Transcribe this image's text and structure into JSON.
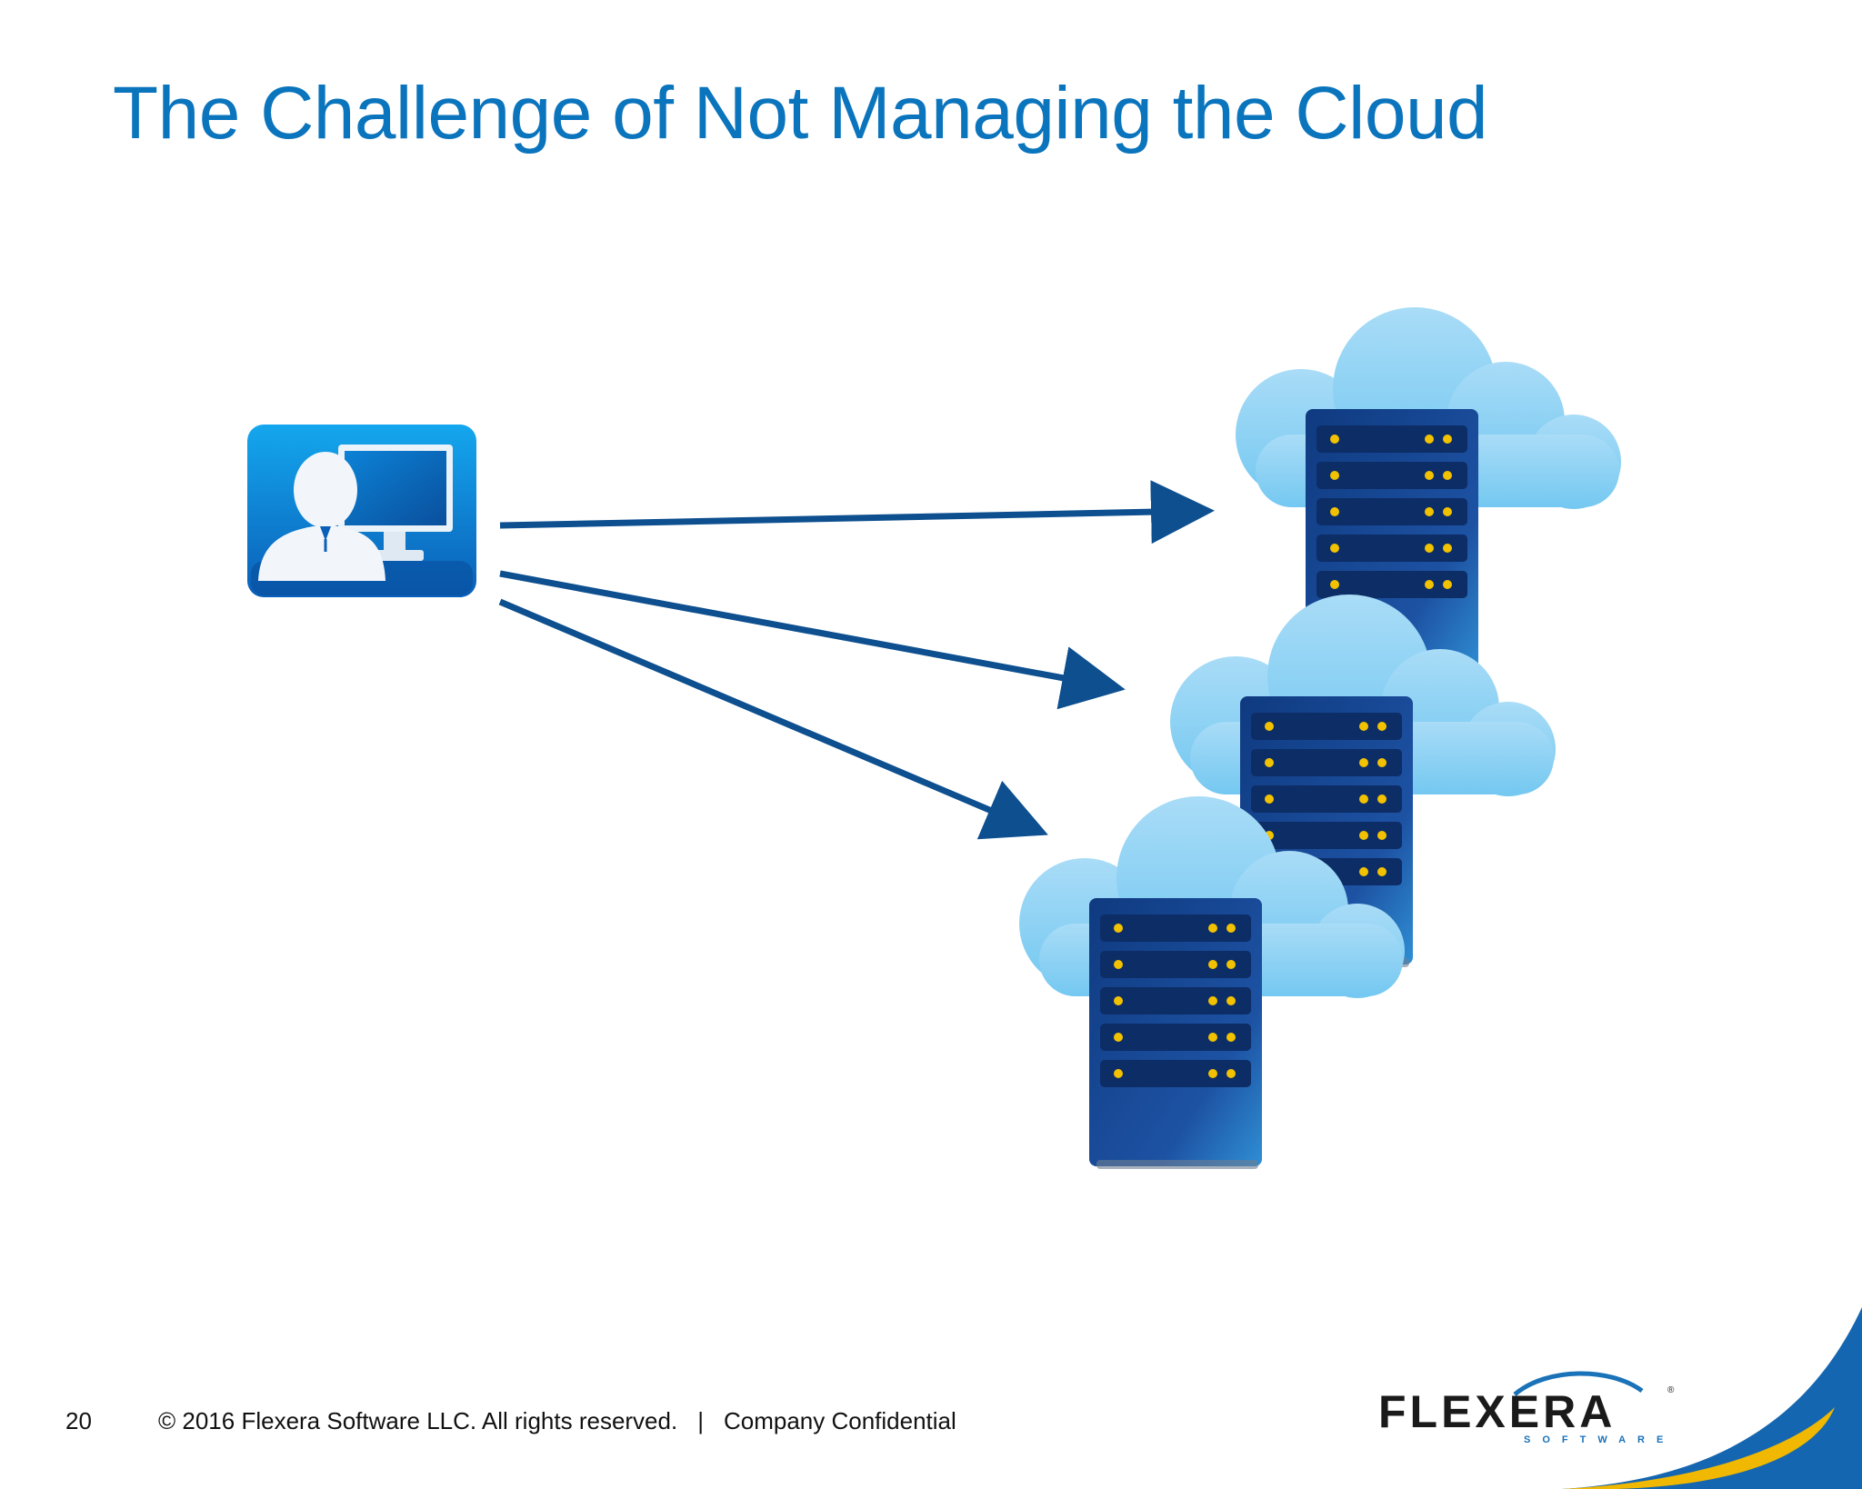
{
  "slide": {
    "title": "The Challenge of Not Managing the Cloud"
  },
  "diagram": {
    "nodes": [
      {
        "id": "user-workstation",
        "icon": "user-monitor-icon"
      },
      {
        "id": "cloud-server-1",
        "icon": "cloud-server-icon"
      },
      {
        "id": "cloud-server-2",
        "icon": "cloud-server-icon"
      },
      {
        "id": "cloud-server-3",
        "icon": "cloud-server-icon"
      }
    ],
    "edges": [
      {
        "from": "user-workstation",
        "to": "cloud-server-1"
      },
      {
        "from": "user-workstation",
        "to": "cloud-server-2"
      },
      {
        "from": "user-workstation",
        "to": "cloud-server-3"
      }
    ],
    "colors": {
      "arrow": "#0d4f8f",
      "cloud": "#7ccdf2",
      "server": "#1d4f9a",
      "server_led": "#f2c200",
      "user_tile": "#0d8be0"
    }
  },
  "footer": {
    "page_number": "20",
    "copyright": "© 2016 Flexera Software LLC. All rights reserved.",
    "separator": "|",
    "confidential": "Company Confidential"
  },
  "logo": {
    "name": "FLEXERA",
    "sub": "SOFTWARE",
    "registered": "®",
    "colors": {
      "text": "#1a1a1a",
      "accent": "#1a72b8",
      "swoosh_gold": "#f0b800",
      "swoosh_blue": "#1466b0"
    }
  }
}
